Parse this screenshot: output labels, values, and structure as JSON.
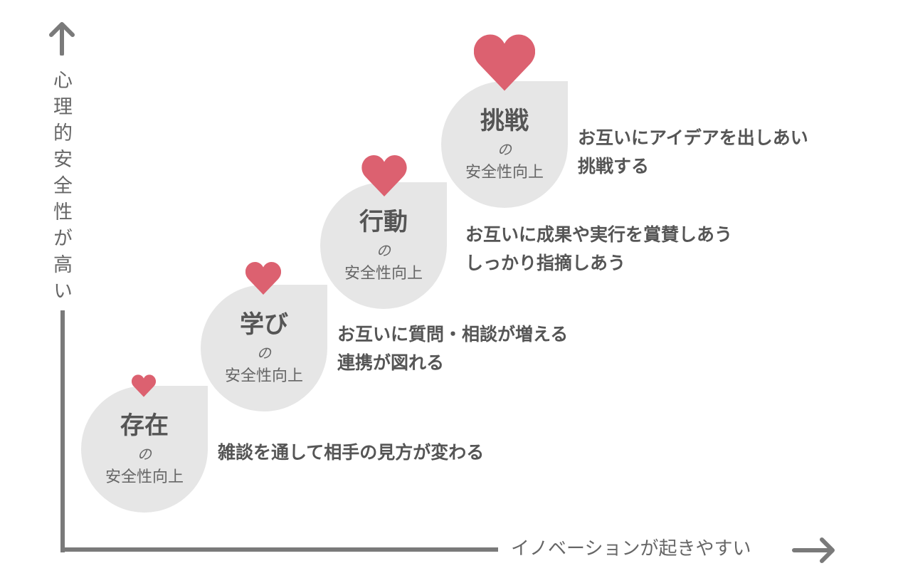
{
  "axes": {
    "y_label": "心理的安全性が高い",
    "x_label": "イノベーションが起きやすい",
    "color": "#7a7a7a"
  },
  "heart_color": "#dc6170",
  "stages": [
    {
      "title": "存在",
      "connector": "の",
      "subtitle": "安全性向上",
      "lines": [
        "雑談を通して相手の見方が変わる"
      ]
    },
    {
      "title": "学び",
      "connector": "の",
      "subtitle": "安全性向上",
      "lines": [
        "お互いに質問・相談が増える",
        "連携が図れる"
      ]
    },
    {
      "title": "行動",
      "connector": "の",
      "subtitle": "安全性向上",
      "lines": [
        "お互いに成果や実行を賞賛しあう",
        "しっかり指摘しあう"
      ]
    },
    {
      "title": "挑戦",
      "connector": "の",
      "subtitle": "安全性向上",
      "lines": [
        "お互いにアイデアを出しあい",
        "挑戦する"
      ]
    }
  ]
}
